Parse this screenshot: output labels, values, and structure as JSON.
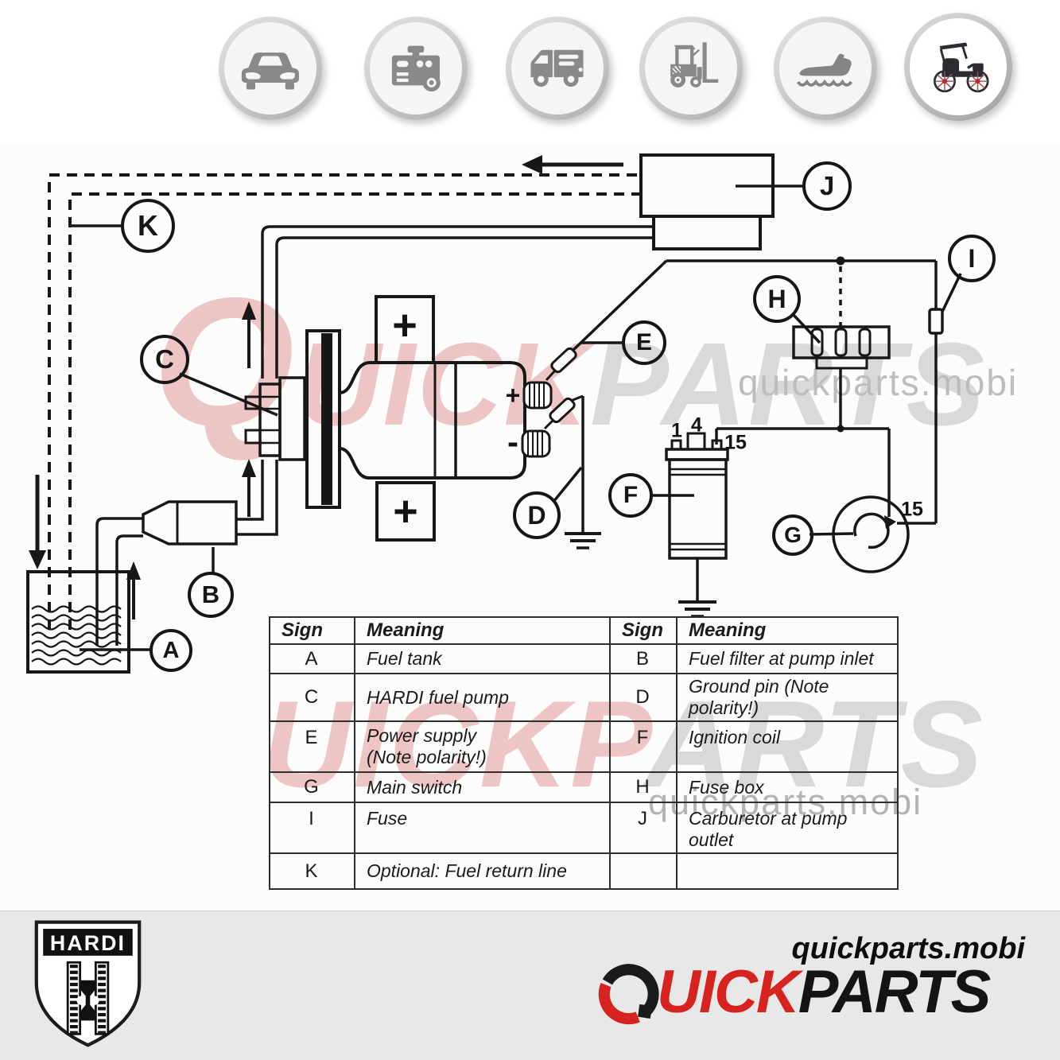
{
  "banner": {
    "categories": [
      {
        "name": "car"
      },
      {
        "name": "generator"
      },
      {
        "name": "utility-vehicle"
      },
      {
        "name": "forklift"
      },
      {
        "name": "jet-ski"
      },
      {
        "name": "antique-car",
        "selected": true
      }
    ]
  },
  "diagram": {
    "callouts": {
      "a": "A",
      "b": "B",
      "c": "C",
      "d": "D",
      "e": "E",
      "f": "F",
      "g": "G",
      "h": "H",
      "i": "I",
      "j": "J",
      "k": "K"
    },
    "terminals": {
      "coil_1": "1",
      "coil_4": "4",
      "coil_15": "15",
      "switch_15": "15"
    },
    "marks": {
      "bracket_plus_top": "+",
      "bracket_plus_bottom": "+",
      "terminal_plus": "+",
      "terminal_minus": "-"
    }
  },
  "watermarks": {
    "upper_red": "QUICK",
    "upper_gray": "PARTS",
    "lower_red": "UICKP",
    "lower_gray": "ARTS",
    "site": "quickparts.mobi"
  },
  "legend": {
    "headers": [
      "Sign",
      "Meaning",
      "Sign",
      "Meaning"
    ],
    "rows": [
      [
        "A",
        "Fuel tank",
        "B",
        "Fuel filter at pump inlet"
      ],
      [
        "C",
        "HARDI fuel pump",
        "D",
        "Ground pin (Note polarity!)"
      ],
      [
        "E",
        "Power supply\n(Note polarity!)",
        "F",
        "Ignition coil"
      ],
      [
        "G",
        "Main switch",
        "H",
        "Fuse box"
      ],
      [
        "I",
        "Fuse",
        "J",
        "Carburetor at pump outlet"
      ],
      [
        "K",
        "Optional: Fuel return line",
        "",
        ""
      ]
    ]
  },
  "footer": {
    "brand": "HARDI",
    "site": "quickparts.mobi",
    "logo_quick": "UICK",
    "logo_parts": "PARTS"
  },
  "colors": {
    "accent_red": "#d7231f",
    "watermark_red": "#ce5252",
    "watermark_gray": "#7a7a7a",
    "icon_gray": "#898989"
  }
}
